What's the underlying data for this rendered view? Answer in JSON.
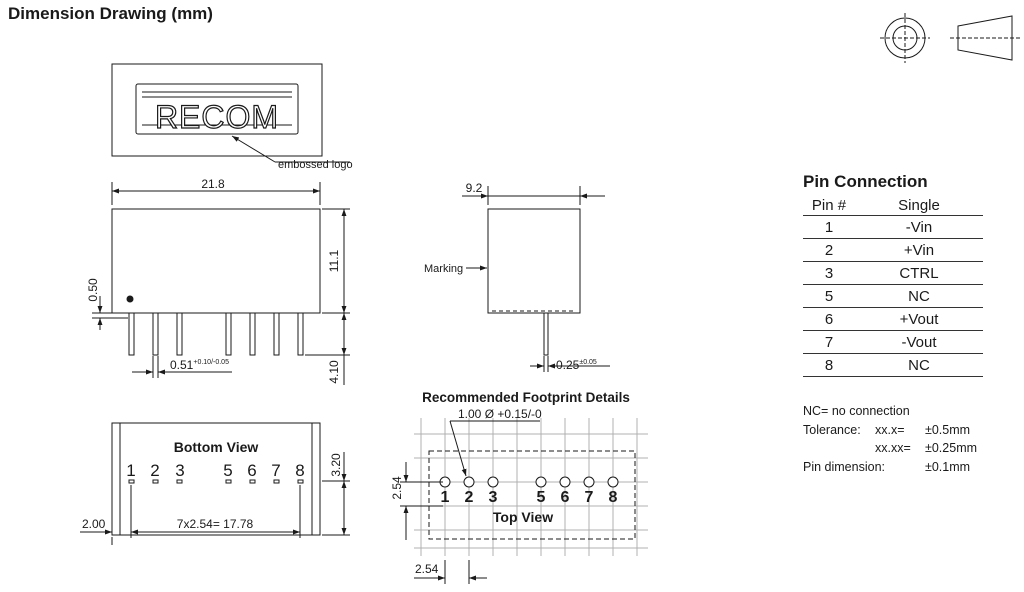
{
  "title": "Dimension Drawing (mm)",
  "logo": {
    "text": "RECOM"
  },
  "labels": {
    "embossed_logo": "embossed logo",
    "marking": "Marking",
    "bottom_view": "Bottom View",
    "top_view": "Top View",
    "footprint_title": "Recommended Footprint Details"
  },
  "dimensions": {
    "length": "21.8",
    "height": "11.1",
    "pin_length": "4.10",
    "standoff": "0.50",
    "pin_width_base": "0.51",
    "pin_width_tol": "+0.10/-0.05",
    "width": "9.2",
    "pin_thickness_base": "0.25",
    "pin_thickness_tol": "±0.05",
    "pin_offset": "3.20",
    "edge_to_pin1": "2.00",
    "pin_span": "7x2.54= 17.78",
    "hole_diameter": "1.00 Ø +0.15/-0",
    "grid_vertical": "2.54",
    "grid_horizontal": "2.54"
  },
  "bottom_pins": [
    "1",
    "2",
    "3",
    "5",
    "6",
    "7",
    "8"
  ],
  "footprint_pins": [
    "1",
    "2",
    "3",
    "5",
    "6",
    "7",
    "8"
  ],
  "pin_connection": {
    "title": "Pin Connection",
    "headers": [
      "Pin #",
      "Single"
    ],
    "rows": [
      {
        "pin": "1",
        "function": "-Vin"
      },
      {
        "pin": "2",
        "function": "+Vin"
      },
      {
        "pin": "3",
        "function": "CTRL"
      },
      {
        "pin": "5",
        "function": "NC"
      },
      {
        "pin": "6",
        "function": "+Vout"
      },
      {
        "pin": "7",
        "function": "-Vout"
      },
      {
        "pin": "8",
        "function": "NC"
      }
    ]
  },
  "notes": {
    "nc": "NC= no connection",
    "tolerance_label": "Tolerance:",
    "tol1_format": "xx.x=",
    "tol1_value": "±0.5mm",
    "tol2_format": "xx.xx=",
    "tol2_value": "±0.25mm",
    "pin_dim_label": "Pin dimension:",
    "pin_dim_value": "±0.1mm"
  }
}
